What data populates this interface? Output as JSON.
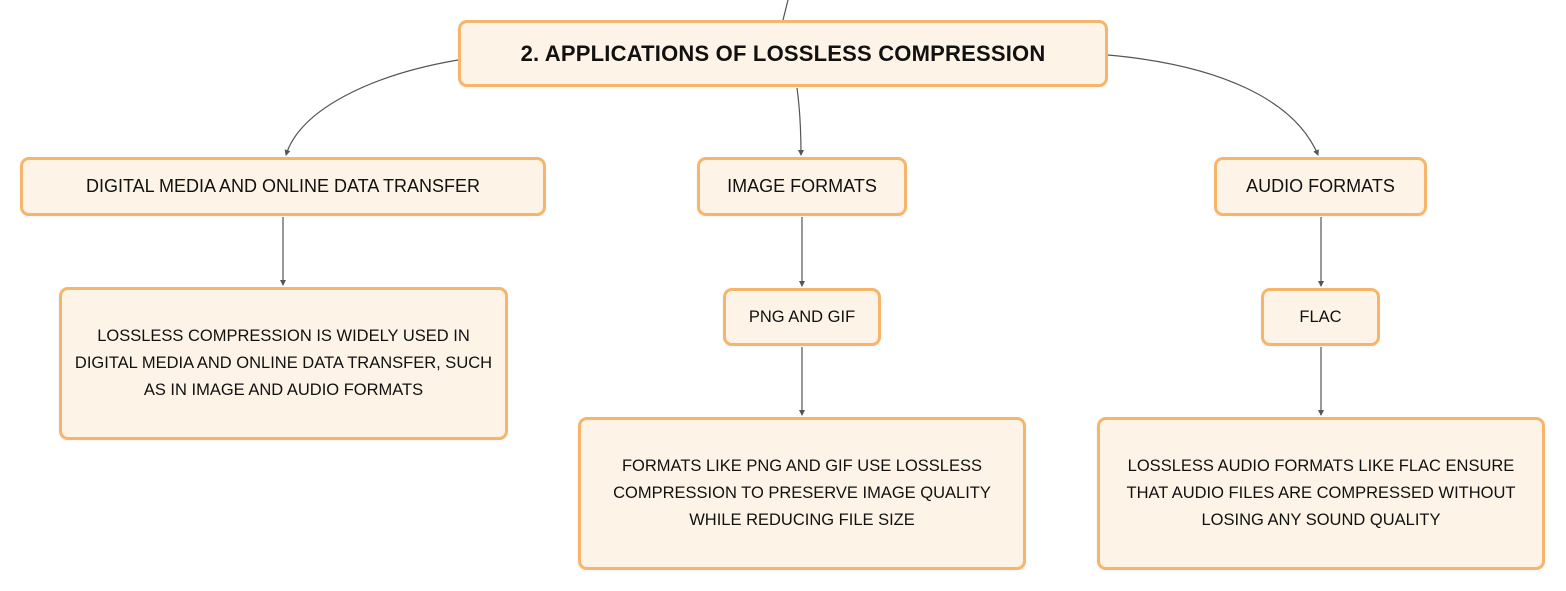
{
  "diagram": {
    "root": {
      "label": "2. APPLICATIONS OF LOSSLESS COMPRESSION"
    },
    "branches": [
      {
        "label": "DIGITAL MEDIA AND ONLINE DATA TRANSFER",
        "description": "LOSSLESS COMPRESSION IS WIDELY USED IN DIGITAL MEDIA AND ONLINE DATA TRANSFER, SUCH AS IN IMAGE AND AUDIO FORMATS"
      },
      {
        "label": "IMAGE FORMATS",
        "child": {
          "label": "PNG AND GIF",
          "description": "FORMATS LIKE PNG AND GIF USE LOSSLESS COMPRESSION TO PRESERVE IMAGE QUALITY WHILE REDUCING FILE SIZE"
        }
      },
      {
        "label": "AUDIO FORMATS",
        "child": {
          "label": "FLAC",
          "description": "LOSSLESS AUDIO FORMATS LIKE FLAC ENSURE THAT AUDIO FILES ARE COMPRESSED WITHOUT LOSING ANY SOUND QUALITY"
        }
      }
    ]
  },
  "colors": {
    "node_fill": "#fdf3e7",
    "node_border": "#f5b56b",
    "connector": "#555555",
    "text": "#111111"
  }
}
